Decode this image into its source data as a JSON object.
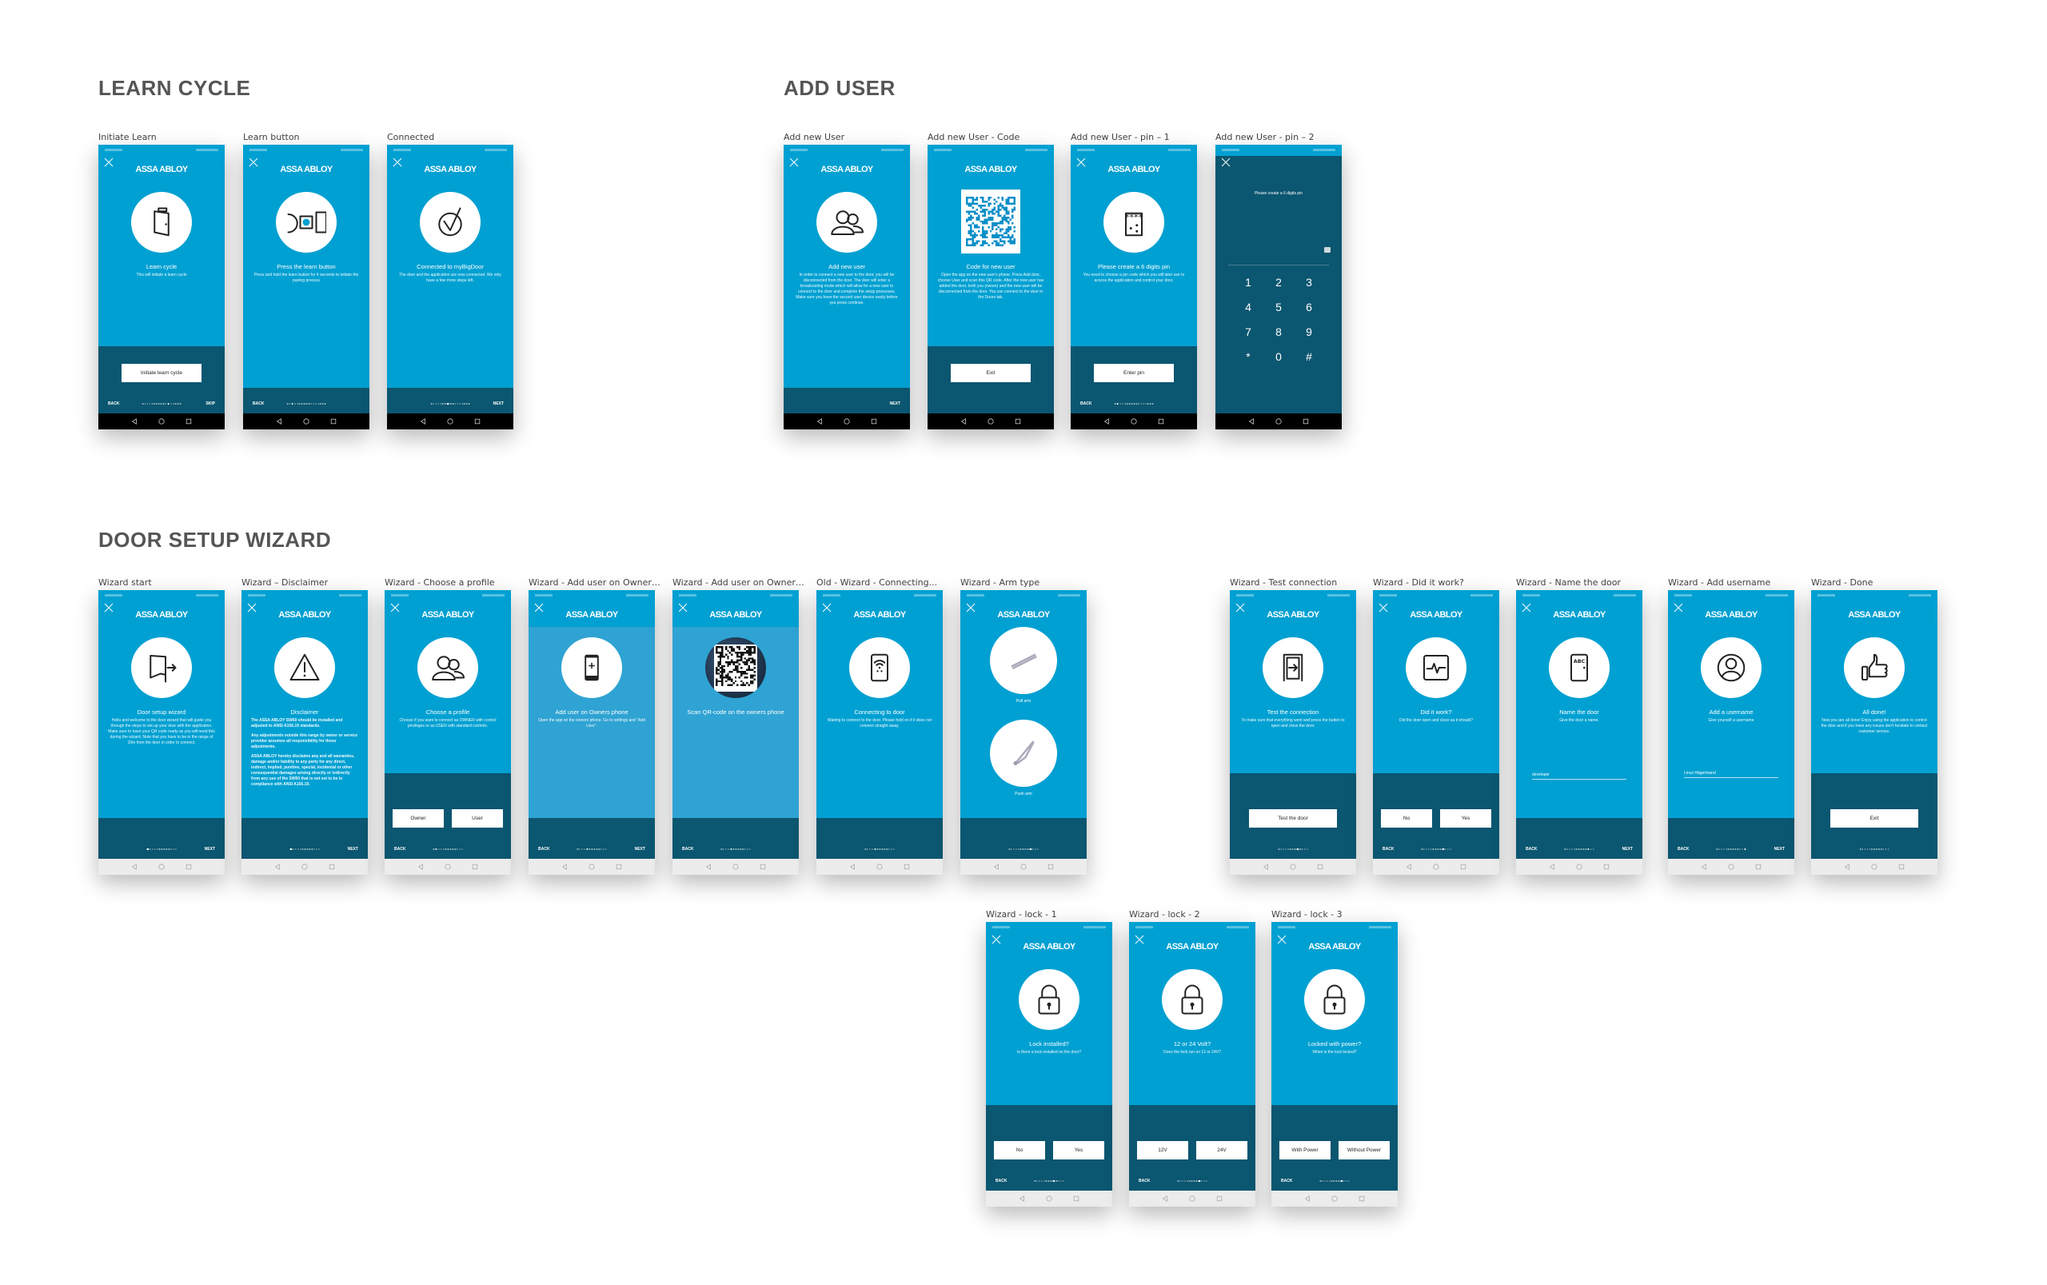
{
  "brand": "ASSA ABLOY",
  "colors": {
    "primary": "#00a0d2",
    "panel": "#0b5670",
    "light": "#2fa3d3",
    "background": "#ffffff"
  },
  "sections": {
    "learn_cycle": "LEARN CYCLE",
    "add_user": "ADD USER",
    "door_setup_wizard": "DOOR SETUP WIZARD"
  },
  "learn_cycle": {
    "screens": [
      {
        "label": "Initiate Learn",
        "icon": "door-learn-icon",
        "title": "Learn cycle",
        "body": [
          "This will initiate a learn cycle"
        ],
        "buttons": [
          "Initiate learn cycle"
        ],
        "back": "BACK",
        "next": "SKIP",
        "progress": {
          "step": 12,
          "total": 17
        },
        "panel": "tall"
      },
      {
        "label": "Learn button",
        "icon": "learn-button-icon",
        "title": "Press the learn button",
        "body": [
          "Press and hold the learn button for 4 seconds to initiate the pairing process"
        ],
        "back": "BACK",
        "progress": {
          "step": 3,
          "total": 17
        }
      },
      {
        "label": "Connected",
        "icon": "checkmark-icon",
        "title": "Connected to myBigDoor",
        "body": [
          "The door and the application are now connected. We only have a few more steps left."
        ],
        "next": "NEXT",
        "progress": {
          "step": 8,
          "total": 17
        }
      }
    ]
  },
  "add_user": {
    "screens": [
      {
        "label": "Add new User",
        "icon": "users-icon",
        "title": "Add new user",
        "body": [
          "In order to connect a new user to the door, you will be disconnected from the door. The door will enter a broadcasting mode which will allow for a new user to connect to the door and complete the setup processes. Make sure you have the second user device ready before you press continue."
        ],
        "next": "NEXT"
      },
      {
        "label": "Add new User - Code",
        "icon": "qr-code-icon",
        "noclose": true,
        "title": "Code for new user",
        "body": [
          "Open the app on the new user's phone. Press Add door, choose User and scan this QR code. After the new user has added the door, both you (owner) and the new user will be disconnected from the door. You can connect to the door in the Doors tab."
        ],
        "buttons": [
          "Exit"
        ],
        "panel": "tall"
      },
      {
        "label": "Add new User - pin – 1",
        "icon": "pin-keypad-icon",
        "title": "Please create a 6 digits pin",
        "body": [
          "You need to choose a pin code which you will later use to access the application and control your door."
        ],
        "buttons": [
          "Enter pin"
        ],
        "back": "BACK",
        "progress": {
          "step": 2,
          "total": 17
        },
        "panel": "tall"
      },
      {
        "label": "Add new User - pin – 2",
        "variant": "keypad",
        "prompt": "Please create a 6 digits pin",
        "keys": [
          "1",
          "2",
          "3",
          "4",
          "5",
          "6",
          "7",
          "8",
          "9",
          "*",
          "0",
          "#"
        ]
      }
    ]
  },
  "wizard": {
    "screens": [
      {
        "label": "Wizard start",
        "icon": "door-exit-icon",
        "title": "Door setup wizard",
        "body": [
          "Hello and welcome to the door wizard that will guide you through the steps to set up your door with the application. Make sure to have your QR code ready as you will need this during the wizard. Note that you have to be in the range of 10m from the door in order to connect."
        ],
        "next": "NEXT",
        "progress": {
          "step": 1,
          "total": 13
        }
      },
      {
        "label": "Wizard – Disclaimer",
        "icon": "warning-icon",
        "title": "Disclaimer",
        "boldbody": true,
        "body": [
          "The ASSA ABLOY SW60 should be installed and adjusted to ANSI A156.19 standards.",
          "Any adjustments outside this range by owner or service provider assumes all responsibility for those adjustments.",
          "ASSA ABLOY hereby disclaims any and all warranties, damage and/or liability to any party for any direct, indirect, implied, punitive, special, incidental or other consequential damages arising directly or indirectly from any use of the SW60 that is not set to be in compliance with ANSI A156.19."
        ],
        "next": "NEXT",
        "progress": {
          "step": 1,
          "total": 13
        }
      },
      {
        "label": "Wizard - Choose a profile",
        "icon": "users-icon",
        "title": "Choose a profile",
        "body": [
          "Choose if you want to connect as OWNER with control privileges or as USER with standard controls."
        ],
        "buttons": [
          "Owner",
          "User"
        ],
        "back": "BACK",
        "progress": {
          "step": 2,
          "total": 13
        },
        "panel": "tall"
      },
      {
        "label": "Wizard - Add user on Owners p...",
        "variant": "light",
        "icon": "phone-add-icon",
        "title": "Add user on Owners phone",
        "body": [
          "Open the app on the owners phone. Go to settings and \"Add User\"."
        ],
        "back": "BACK",
        "next": "NEXT",
        "progress": {
          "step": 5,
          "total": 13
        }
      },
      {
        "label": "Wizard - Add user on Owners p...",
        "variant": "light",
        "icon": "qr-photo-icon",
        "title": "Scan QR-code on the owners phone",
        "body": [],
        "back": "BACK",
        "progress": {
          "step": 5,
          "total": 13
        }
      },
      {
        "label": "Old - Wizard - Connecting...",
        "icon": "phone-wifi-icon",
        "title": "Connecting to door",
        "body": [
          "Waiting to connect to the door. Please hold on if it does not connect straight away."
        ],
        "progress": {
          "step": 5,
          "total": 13
        }
      },
      {
        "label": "Wizard - Arm type",
        "variant": "arms",
        "arms": [
          "Pull arm",
          "Push arm"
        ],
        "progress": {
          "step": 10,
          "total": 13
        }
      },
      {
        "label": "Wizard - Test connection",
        "icon": "door-arrow-icon",
        "title": "Test the connection",
        "body": [
          "To make sure that everything went well press the button to open and close the door."
        ],
        "buttons": [
          "Test the door"
        ],
        "progress": {
          "step": 9,
          "total": 13
        },
        "panel": "tall",
        "wide": true
      },
      {
        "label": "Wizard - Did it work?",
        "icon": "pulse-icon",
        "title": "Did it work?",
        "body": [
          "Did the door open and close as it should?"
        ],
        "buttons": [
          "No",
          "Yes"
        ],
        "back": "BACK",
        "progress": {
          "step": 10,
          "total": 13
        },
        "panel": "tall"
      },
      {
        "label": "Wizard - Name the door",
        "icon": "door-name-icon",
        "title": "Name the door",
        "body": [
          "Give the door a name."
        ],
        "input": "developer",
        "back": "BACK",
        "next": "NEXT",
        "progress": {
          "step": 11,
          "total": 13
        }
      },
      {
        "label": "Wizard - Add username",
        "icon": "user-circle-icon",
        "title": "Add a username",
        "body": [
          "Give yourself a username"
        ],
        "input": "Linus Hägerbrand",
        "back": "BACK",
        "next": "NEXT",
        "progress": {
          "step": 13,
          "total": 13
        }
      },
      {
        "label": "Wizard - Done",
        "icon": "thumbs-up-icon",
        "noclose": true,
        "title": "All done!",
        "body": [
          "Now you are all done! Enjoy using the application to control the door and if you have any issues don't hesitate to contact customer service."
        ],
        "buttons": [
          "Exit"
        ],
        "progress": {
          "step": 0,
          "total": 13
        },
        "panel": "tall",
        "wide": true
      },
      {
        "label": "Wizard - lock - 1",
        "icon": "lock-icon",
        "title": "Lock installed?",
        "body": [
          "Is there a lock installed on the door?"
        ],
        "buttons": [
          "No",
          "Yes"
        ],
        "back": "BACK",
        "progress": {
          "step": 9,
          "total": 13
        },
        "panel": "tall"
      },
      {
        "label": "Wizard - lock - 2",
        "icon": "lock-icon",
        "title": "12 or 24 Volt?",
        "body": [
          "Does the lock run on 12 or 24V?"
        ],
        "buttons": [
          "12V",
          "24V"
        ],
        "back": "BACK",
        "progress": {
          "step": 10,
          "total": 13
        },
        "panel": "tall"
      },
      {
        "label": "Wizard - lock - 3",
        "icon": "lock-icon",
        "title": "Locked with power?",
        "body": [
          "When is the lock locked?"
        ],
        "buttons": [
          "With Power",
          "Without Power"
        ],
        "back": "BACK",
        "progress": {
          "step": 10,
          "total": 13
        },
        "panel": "tall"
      }
    ]
  }
}
